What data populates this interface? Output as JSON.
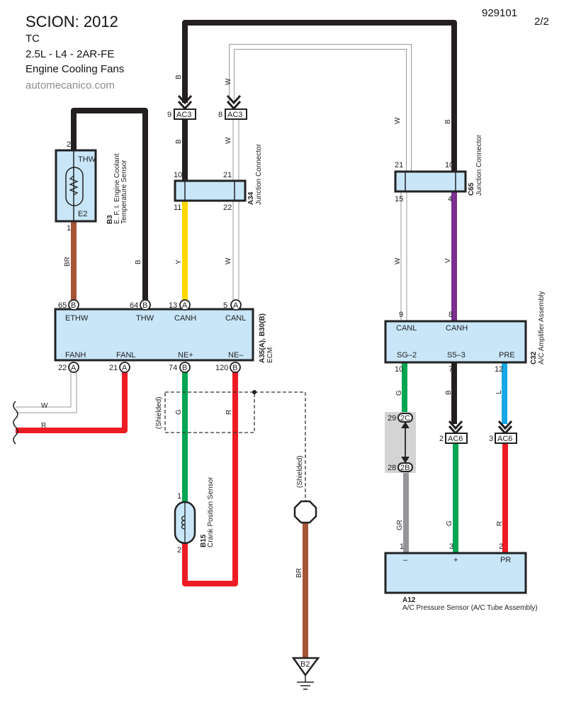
{
  "header": {
    "title": "SCION: 2012",
    "model": "TC",
    "engine": "2.5L - L4 - 2AR-FE",
    "system": "Engine Cooling Fans",
    "site": "automecanico.com",
    "diagram_code": "929101",
    "page": "2/2"
  },
  "wire_colors": {
    "B": "#231f20",
    "W": "#ffffff",
    "BR": "#a65535",
    "Y": "#ffd800",
    "V": "#7a2f91",
    "G": "#00a651",
    "R": "#ed1c24",
    "L": "#1aa7e6",
    "GR": "#939598"
  },
  "components": {
    "b3": {
      "id": "B3",
      "name_line1": "E. F. I.  Engine Coolant",
      "name_line2": "Temperature Sensor",
      "pin_top": "2",
      "pin_bottom": "1",
      "term_top": "THW",
      "term_bottom": "E2"
    },
    "a34": {
      "id": "A34",
      "name": "Junction Connector",
      "pins": [
        "10",
        "21",
        "11",
        "22"
      ]
    },
    "c65": {
      "id": "C65",
      "name": "Junction Connector",
      "pins": [
        "21",
        "10",
        "15",
        "4"
      ]
    },
    "ecm": {
      "id": "A35(A),  B30(B)",
      "name": "ECM",
      "top_pins": [
        {
          "num": "65",
          "conn": "B",
          "term": "ETHW"
        },
        {
          "num": "64",
          "conn": "B",
          "term": "THW"
        },
        {
          "num": "13",
          "conn": "A",
          "term": "CANH"
        },
        {
          "num": "5",
          "conn": "A",
          "term": "CANL"
        }
      ],
      "bottom_pins": [
        {
          "num": "22",
          "conn": "A",
          "term": "FANH"
        },
        {
          "num": "21",
          "conn": "A",
          "term": "FANL"
        },
        {
          "num": "74",
          "conn": "B",
          "term": "NE+"
        },
        {
          "num": "120",
          "conn": "B",
          "term": "NE–"
        }
      ]
    },
    "c32": {
      "id": "C32",
      "name": "A/C Amplifier Assembly",
      "top_pins": [
        {
          "num": "9",
          "term": "CANL"
        },
        {
          "num": "8",
          "term": "CANH"
        }
      ],
      "bottom_pins": [
        {
          "num": "10",
          "term": "SG–2"
        },
        {
          "num": "7",
          "term": "S5–3"
        },
        {
          "num": "12",
          "term": "PRE"
        }
      ]
    },
    "b15": {
      "id": "B15",
      "name": "Crank Position Sensor",
      "pin_top": "1",
      "pin_bottom": "2"
    },
    "a12": {
      "id": "A12",
      "name": "A/C Pressure Sensor (A/C Tube Assembly)",
      "pins": [
        {
          "num": "1",
          "term": "–"
        },
        {
          "num": "3",
          "term": "+"
        },
        {
          "num": "2",
          "term": "PR"
        }
      ]
    },
    "ground": {
      "id": "B2"
    }
  },
  "connectors": {
    "ac3_b": {
      "pin": "9",
      "id": "AC3"
    },
    "ac3_w": {
      "pin": "8",
      "id": "AC3"
    },
    "ac6_b": {
      "pin": "2",
      "id": "AC6"
    },
    "ac6_l": {
      "pin": "3",
      "id": "AC6"
    },
    "j2c": {
      "pin": "29",
      "id": "2C"
    },
    "j2b": {
      "pin": "28",
      "id": "2B"
    }
  },
  "wire_labels": {
    "b_ac3": "B",
    "w_ac3": "W",
    "b_a34": "B",
    "w_a34": "W",
    "y": "Y",
    "w_lower": "W",
    "br_b3": "BR",
    "b_thw": "B",
    "w_c65": "W",
    "b_c65": "B",
    "w_c65_low": "W",
    "v": "V",
    "fanh_w": "W",
    "fanl_r": "R",
    "g_ne": "G",
    "r_ne": "R",
    "g_sg": "G",
    "b_s5": "B",
    "l_pre": "L",
    "gr": "GR",
    "g_a12": "G",
    "r_a12": "R",
    "br_gnd": "BR"
  },
  "annotations": {
    "shielded": "(Shielded)"
  }
}
